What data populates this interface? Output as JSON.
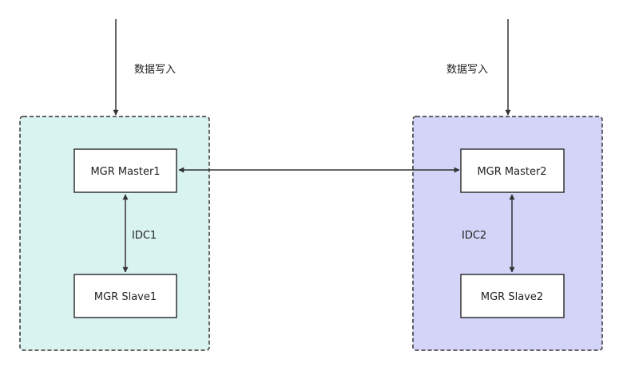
{
  "diagram": {
    "write_label_left": "数据写入",
    "write_label_right": "数据写入",
    "idc_left": {
      "label": "IDC1",
      "fill": "#d9f3f1",
      "master": "MGR Master1",
      "slave": "MGR Slave1"
    },
    "idc_right": {
      "label": "IDC2",
      "fill": "#d3d4f7",
      "master": "MGR Master2",
      "slave": "MGR Slave2"
    },
    "line_color": "#333333"
  }
}
